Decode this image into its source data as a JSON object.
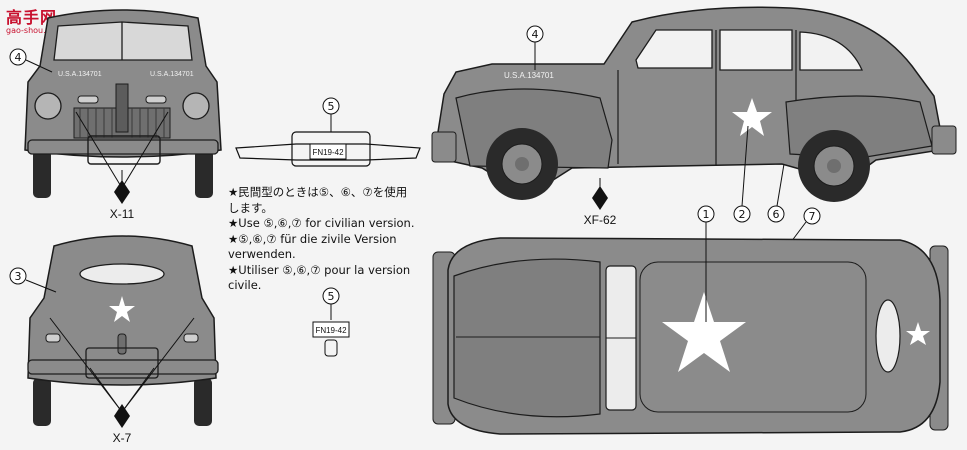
{
  "watermark": {
    "chinese": "高手网",
    "url": "gao-shou.com"
  },
  "callouts": {
    "front": "4",
    "side_top": "4",
    "plate_top": "5",
    "plate_bottom": "5",
    "rear": "3",
    "top_1": "1",
    "side_2": "2",
    "side_6": "6",
    "side_7": "7"
  },
  "plates": {
    "top": "FN19-42",
    "bottom": "FN19-42"
  },
  "vehicle_markings": {
    "front": "U.S.A.134701",
    "side": "U.S.A.134701"
  },
  "part_codes": {
    "front": "X-11",
    "rear": "X-7",
    "side": "XF-62"
  },
  "notes": [
    "★民間型のときは⑤、⑥、⑦を使用",
    "します。",
    "★Use ⑤,⑥,⑦ for civilian version.",
    "★⑤,⑥,⑦ für die zivile Version",
    "verwenden.",
    "★Utiliser ⑤,⑥,⑦ pour la version",
    "civile."
  ],
  "colors": {
    "paint": "#8b8b8b",
    "outline": "#1c1c1c",
    "star": "#ffffff",
    "background": "#f4f4f4"
  }
}
